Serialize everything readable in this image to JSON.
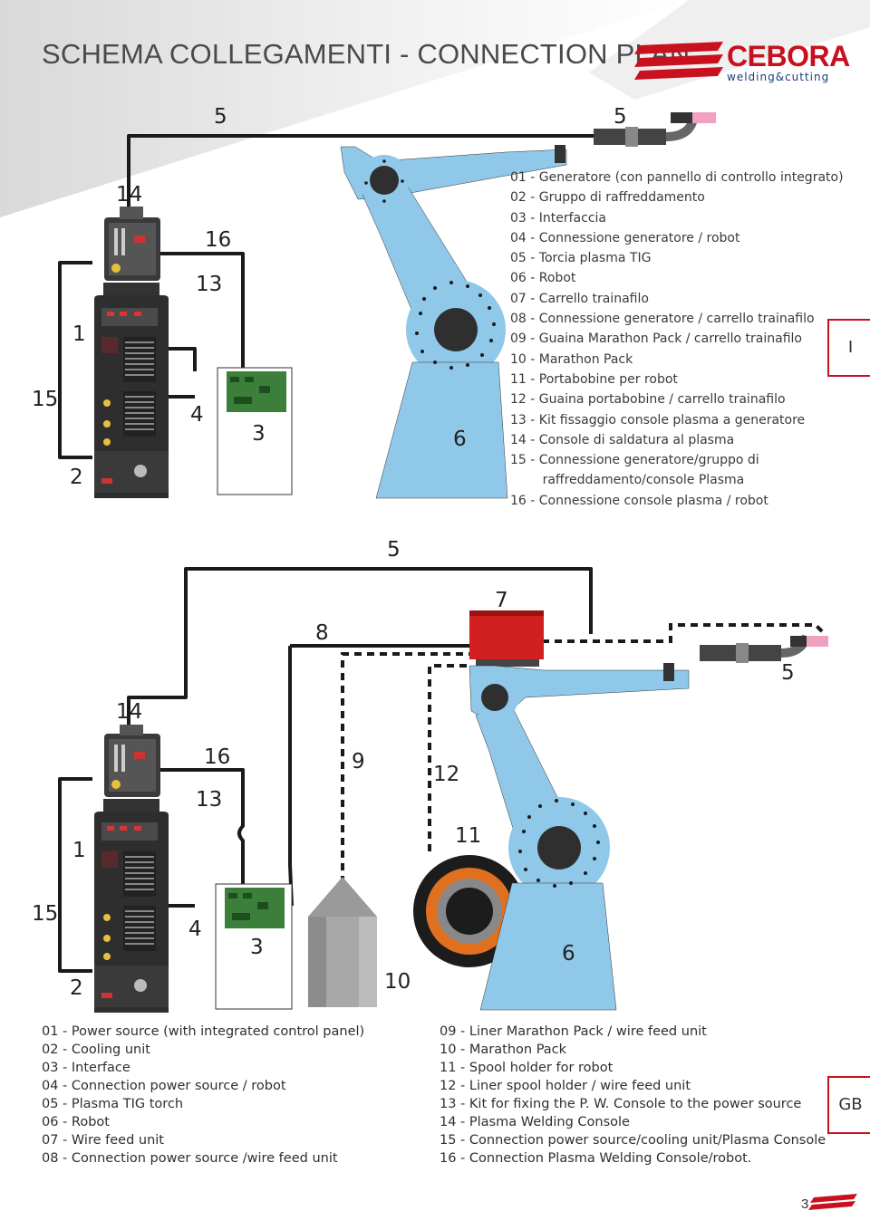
{
  "header": {
    "title": "SCHEMA COLLEGAMENTI - CONNECTION PLAN",
    "brand_name": "CEBORA",
    "brand_tagline": "welding&cutting"
  },
  "colors": {
    "accent": "#c8101e",
    "robot": "#8fc8e8",
    "cable": "#1a1a1a"
  },
  "diagram1": {
    "labels": {
      "n5a": "5",
      "n5b": "5",
      "n14": "14",
      "n16": "16",
      "n13": "13",
      "n1": "1",
      "n15": "15",
      "n4": "4",
      "n3": "3",
      "n2": "2",
      "n6": "6"
    }
  },
  "diagram2": {
    "labels": {
      "n5a": "5",
      "n5b": "5",
      "n7": "7",
      "n8": "8",
      "n14": "14",
      "n16": "16",
      "n9": "9",
      "n12": "12",
      "n13": "13",
      "n1": "1",
      "n11": "11",
      "n15": "15",
      "n4": "4",
      "n3": "3",
      "n6": "6",
      "n2": "2",
      "n10": "10"
    }
  },
  "legend_it": [
    "01 - Generatore (con pannello di controllo integrato)",
    "02 - Gruppo di raffreddamento",
    "03 - Interfaccia",
    "04 - Connessione generatore / robot",
    "05 - Torcia plasma TIG",
    "06 - Robot",
    "07 - Carrello trainafilo",
    "08 - Connessione generatore / carrello trainafilo",
    "09 - Guaina Marathon Pack / carrello trainafilo",
    "10 - Marathon Pack",
    "11 - Portabobine per robot",
    "12 - Guaina portabobine / carrello trainafilo",
    "13 - Kit fissaggio console plasma a generatore",
    "14 - Console di saldatura al plasma",
    "15 - Connessione generatore/gruppo di",
    "        raffreddamento/console Plasma",
    "16 - Connessione console plasma / robot"
  ],
  "legend_en_left": [
    "01 - Power source (with integrated control panel)",
    "02 - Cooling unit",
    "03 - Interface",
    "04 - Connection power source / robot",
    "05 - Plasma TIG torch",
    "06 - Robot",
    "07 - Wire feed unit",
    "08 - Connection power source /wire feed unit"
  ],
  "legend_en_right": [
    "09 - Liner Marathon Pack / wire feed unit",
    "10 - Marathon Pack",
    "11 - Spool holder for robot",
    "12 - Liner spool holder / wire feed unit",
    "13 - Kit for fixing the P. W. Console to the power source",
    "14 - Plasma Welding Console",
    "15 - Connection power source/cooling unit/Plasma Console",
    "16 - Connection Plasma Welding Console/robot."
  ],
  "lang_tabs": {
    "italian": "I",
    "english": "GB"
  },
  "page_number": "3"
}
